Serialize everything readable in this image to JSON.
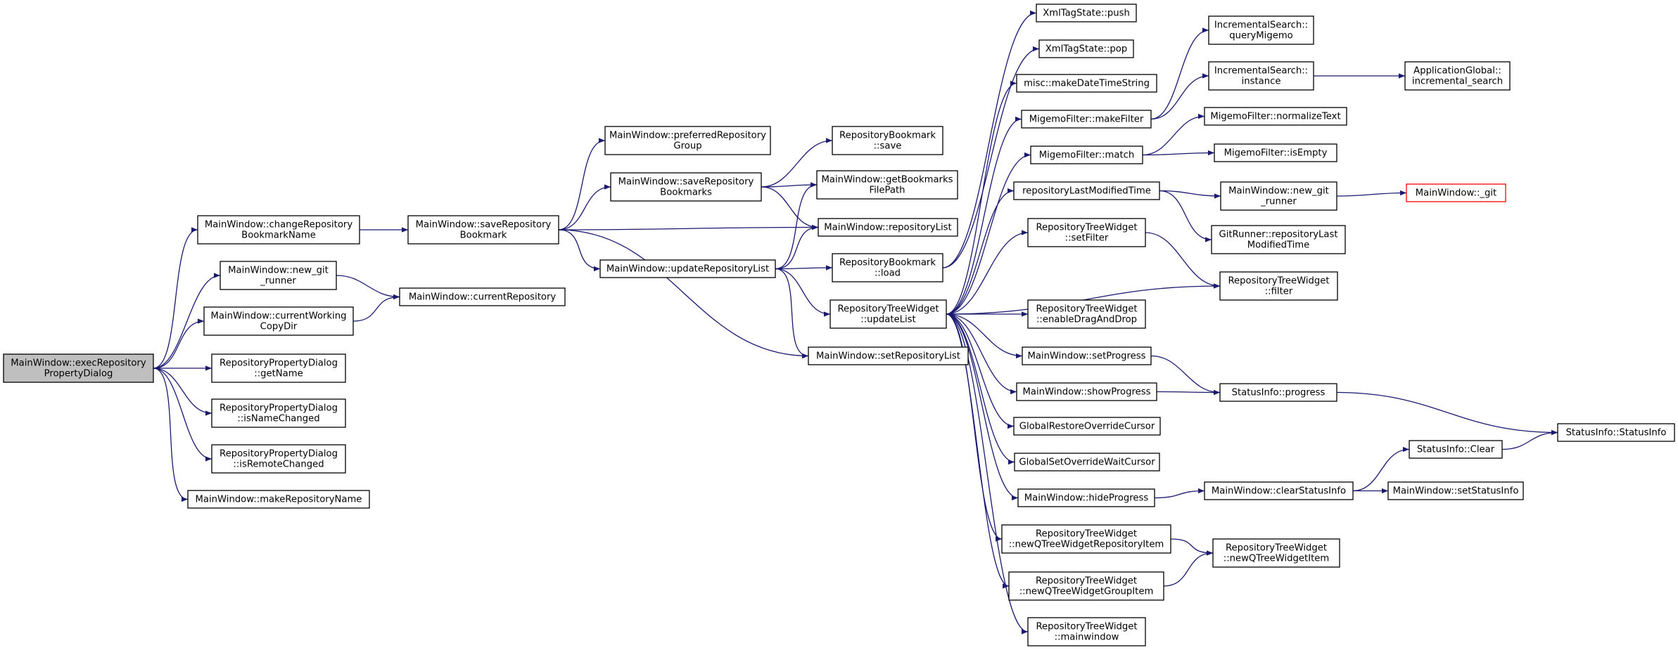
{
  "graph": {
    "edge_color": "#191970",
    "root_fill": "#bfbfbf",
    "highlight_border": "#ff0000",
    "nodes": [
      {
        "id": "execRepo",
        "lines": [
          "MainWindow::execRepository",
          "PropertyDialog"
        ],
        "style": "root"
      },
      {
        "id": "changeBookmarkName",
        "lines": [
          "MainWindow::changeRepository",
          "BookmarkName"
        ]
      },
      {
        "id": "newGitRunner1",
        "lines": [
          "MainWindow::new_git",
          "_runner"
        ]
      },
      {
        "id": "currentWorkingCopyDir",
        "lines": [
          "MainWindow::currentWorking",
          "CopyDir"
        ]
      },
      {
        "id": "rpdGetName",
        "lines": [
          "RepositoryPropertyDialog",
          "::getName"
        ]
      },
      {
        "id": "rpdIsNameChanged",
        "lines": [
          "RepositoryPropertyDialog",
          "::isNameChanged"
        ]
      },
      {
        "id": "rpdIsRemoteChanged",
        "lines": [
          "RepositoryPropertyDialog",
          "::isRemoteChanged"
        ]
      },
      {
        "id": "makeRepositoryName",
        "lines": [
          "MainWindow::makeRepositoryName"
        ]
      },
      {
        "id": "saveRepoBookmark",
        "lines": [
          "MainWindow::saveRepository",
          "Bookmark"
        ]
      },
      {
        "id": "currentRepository",
        "lines": [
          "MainWindow::currentRepository"
        ]
      },
      {
        "id": "preferredRepoGroup",
        "lines": [
          "MainWindow::preferredRepository",
          "Group"
        ]
      },
      {
        "id": "saveRepoBookmarks",
        "lines": [
          "MainWindow::saveRepository",
          "Bookmarks"
        ]
      },
      {
        "id": "updateRepositoryList",
        "lines": [
          "MainWindow::updateRepositoryList"
        ]
      },
      {
        "id": "rbSave",
        "lines": [
          "RepositoryBookmark",
          "::save"
        ]
      },
      {
        "id": "getBookmarksFilePath",
        "lines": [
          "MainWindow::getBookmarks",
          "FilePath"
        ]
      },
      {
        "id": "repositoryList",
        "lines": [
          "MainWindow::repositoryList"
        ]
      },
      {
        "id": "rbLoad",
        "lines": [
          "RepositoryBookmark",
          "::load"
        ]
      },
      {
        "id": "rtwUpdateList",
        "lines": [
          "RepositoryTreeWidget",
          "::updateList"
        ]
      },
      {
        "id": "setRepositoryList",
        "lines": [
          "MainWindow::setRepositoryList"
        ]
      },
      {
        "id": "xmlPush",
        "lines": [
          "XmlTagState::push"
        ]
      },
      {
        "id": "xmlPop",
        "lines": [
          "XmlTagState::pop"
        ]
      },
      {
        "id": "makeDateTimeString",
        "lines": [
          "misc::makeDateTimeString"
        ]
      },
      {
        "id": "mfMakeFilter",
        "lines": [
          "MigemoFilter::makeFilter"
        ]
      },
      {
        "id": "mfMatch",
        "lines": [
          "MigemoFilter::match"
        ]
      },
      {
        "id": "repoLastModifiedTime",
        "lines": [
          "repositoryLastModifiedTime"
        ]
      },
      {
        "id": "rtwSetFilter",
        "lines": [
          "RepositoryTreeWidget",
          "::setFilter"
        ]
      },
      {
        "id": "rtwEnableDragAndDrop",
        "lines": [
          "RepositoryTreeWidget",
          "::enableDragAndDrop"
        ]
      },
      {
        "id": "setProgress",
        "lines": [
          "MainWindow::setProgress"
        ]
      },
      {
        "id": "showProgress",
        "lines": [
          "MainWindow::showProgress"
        ]
      },
      {
        "id": "globalRestore",
        "lines": [
          "GlobalRestoreOverrideCursor"
        ]
      },
      {
        "id": "globalSetWait",
        "lines": [
          "GlobalSetOverrideWaitCursor"
        ]
      },
      {
        "id": "hideProgress",
        "lines": [
          "MainWindow::hideProgress"
        ]
      },
      {
        "id": "rtwNewRepoItem",
        "lines": [
          "RepositoryTreeWidget",
          "::newQTreeWidgetRepositoryItem"
        ]
      },
      {
        "id": "rtwNewGroupItem",
        "lines": [
          "RepositoryTreeWidget",
          "::newQTreeWidgetGroupItem"
        ]
      },
      {
        "id": "rtwMainwindow",
        "lines": [
          "RepositoryTreeWidget",
          "::mainwindow"
        ]
      },
      {
        "id": "isQueryMigemo",
        "lines": [
          "IncrementalSearch::",
          "queryMigemo"
        ]
      },
      {
        "id": "isInstance",
        "lines": [
          "IncrementalSearch::",
          "instance"
        ]
      },
      {
        "id": "mfNormalizeText",
        "lines": [
          "MigemoFilter::normalizeText"
        ]
      },
      {
        "id": "mfIsEmpty",
        "lines": [
          "MigemoFilter::isEmpty"
        ]
      },
      {
        "id": "newGitRunner2",
        "lines": [
          "MainWindow::new_git",
          "_runner"
        ]
      },
      {
        "id": "gitRunnerLastModified",
        "lines": [
          "GitRunner::repositoryLast",
          "ModifiedTime"
        ]
      },
      {
        "id": "rtwFilter",
        "lines": [
          "RepositoryTreeWidget",
          "::filter"
        ]
      },
      {
        "id": "statusProgress",
        "lines": [
          "StatusInfo::progress"
        ]
      },
      {
        "id": "clearStatusInfo",
        "lines": [
          "MainWindow::clearStatusInfo"
        ]
      },
      {
        "id": "rtwNewItem",
        "lines": [
          "RepositoryTreeWidget",
          "::newQTreeWidgetItem"
        ]
      },
      {
        "id": "appIncrementalSearch",
        "lines": [
          "ApplicationGlobal::",
          "incremental_search"
        ]
      },
      {
        "id": "mwGit",
        "lines": [
          "MainWindow::_git"
        ],
        "style": "red"
      },
      {
        "id": "statusClear",
        "lines": [
          "StatusInfo::Clear"
        ]
      },
      {
        "id": "setStatusInfo",
        "lines": [
          "MainWindow::setStatusInfo"
        ]
      },
      {
        "id": "statusInfoCtor",
        "lines": [
          "StatusInfo::StatusInfo"
        ]
      }
    ],
    "edges": [
      [
        "execRepo",
        "changeBookmarkName"
      ],
      [
        "execRepo",
        "newGitRunner1"
      ],
      [
        "execRepo",
        "currentWorkingCopyDir"
      ],
      [
        "execRepo",
        "rpdGetName"
      ],
      [
        "execRepo",
        "rpdIsNameChanged"
      ],
      [
        "execRepo",
        "rpdIsRemoteChanged"
      ],
      [
        "execRepo",
        "makeRepositoryName"
      ],
      [
        "changeBookmarkName",
        "saveRepoBookmark"
      ],
      [
        "newGitRunner1",
        "currentRepository"
      ],
      [
        "currentWorkingCopyDir",
        "currentRepository"
      ],
      [
        "saveRepoBookmark",
        "preferredRepoGroup"
      ],
      [
        "saveRepoBookmark",
        "saveRepoBookmarks"
      ],
      [
        "saveRepoBookmark",
        "repositoryList"
      ],
      [
        "saveRepoBookmark",
        "updateRepositoryList"
      ],
      [
        "saveRepoBookmark",
        "setRepositoryList"
      ],
      [
        "saveRepoBookmarks",
        "rbSave"
      ],
      [
        "saveRepoBookmarks",
        "getBookmarksFilePath"
      ],
      [
        "saveRepoBookmarks",
        "repositoryList"
      ],
      [
        "updateRepositoryList",
        "getBookmarksFilePath"
      ],
      [
        "updateRepositoryList",
        "repositoryList"
      ],
      [
        "updateRepositoryList",
        "rbLoad"
      ],
      [
        "updateRepositoryList",
        "rtwUpdateList"
      ],
      [
        "updateRepositoryList",
        "setRepositoryList"
      ],
      [
        "rbLoad",
        "xmlPush"
      ],
      [
        "rbLoad",
        "xmlPop"
      ],
      [
        "rtwUpdateList",
        "makeDateTimeString"
      ],
      [
        "rtwUpdateList",
        "mfMakeFilter"
      ],
      [
        "rtwUpdateList",
        "mfMatch"
      ],
      [
        "rtwUpdateList",
        "repoLastModifiedTime"
      ],
      [
        "rtwUpdateList",
        "rtwSetFilter"
      ],
      [
        "rtwUpdateList",
        "rtwFilter"
      ],
      [
        "rtwUpdateList",
        "rtwEnableDragAndDrop"
      ],
      [
        "rtwUpdateList",
        "setProgress"
      ],
      [
        "rtwUpdateList",
        "showProgress"
      ],
      [
        "rtwUpdateList",
        "globalRestore"
      ],
      [
        "rtwUpdateList",
        "globalSetWait"
      ],
      [
        "rtwUpdateList",
        "hideProgress"
      ],
      [
        "rtwUpdateList",
        "rtwNewRepoItem"
      ],
      [
        "rtwUpdateList",
        "rtwNewGroupItem"
      ],
      [
        "rtwUpdateList",
        "rtwMainwindow"
      ],
      [
        "mfMakeFilter",
        "isQueryMigemo"
      ],
      [
        "mfMakeFilter",
        "isInstance"
      ],
      [
        "mfMatch",
        "mfNormalizeText"
      ],
      [
        "mfMatch",
        "mfIsEmpty"
      ],
      [
        "repoLastModifiedTime",
        "newGitRunner2"
      ],
      [
        "repoLastModifiedTime",
        "gitRunnerLastModified"
      ],
      [
        "rtwSetFilter",
        "rtwFilter"
      ],
      [
        "setProgress",
        "statusProgress"
      ],
      [
        "showProgress",
        "statusProgress"
      ],
      [
        "hideProgress",
        "clearStatusInfo"
      ],
      [
        "rtwNewRepoItem",
        "rtwNewItem"
      ],
      [
        "rtwNewGroupItem",
        "rtwNewItem"
      ],
      [
        "isInstance",
        "appIncrementalSearch"
      ],
      [
        "newGitRunner2",
        "mwGit"
      ],
      [
        "statusProgress",
        "statusInfoCtor"
      ],
      [
        "clearStatusInfo",
        "statusClear"
      ],
      [
        "clearStatusInfo",
        "setStatusInfo"
      ],
      [
        "statusClear",
        "statusInfoCtor"
      ]
    ]
  }
}
